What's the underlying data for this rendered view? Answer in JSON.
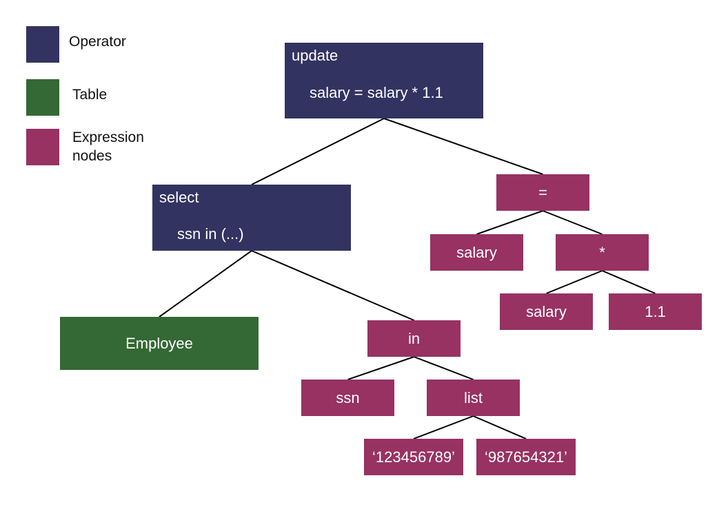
{
  "colors": {
    "operator": "#333362",
    "table": "#346834",
    "expression": "#973262",
    "edge": "#000000"
  },
  "legend": [
    {
      "label": "Operator",
      "color": "operator"
    },
    {
      "label": "Table",
      "color": "table"
    },
    {
      "label": "Expression\nnodes",
      "color": "expression"
    }
  ],
  "nodes": {
    "update": {
      "title": "update",
      "detail": "salary = salary * 1.1",
      "kind": "operator"
    },
    "select": {
      "title": "select",
      "detail": "ssn in (...)",
      "kind": "operator"
    },
    "employee": {
      "label": "Employee",
      "kind": "table"
    },
    "eq": {
      "label": "=",
      "kind": "expression"
    },
    "salary_lhs": {
      "label": "salary",
      "kind": "expression"
    },
    "mul": {
      "label": "*",
      "kind": "expression"
    },
    "salary_rhs": {
      "label": "salary",
      "kind": "expression"
    },
    "factor": {
      "label": "1.1",
      "kind": "expression"
    },
    "in_op": {
      "label": "in",
      "kind": "expression"
    },
    "ssn": {
      "label": "ssn",
      "kind": "expression"
    },
    "list": {
      "label": "list",
      "kind": "expression"
    },
    "val1": {
      "label": "‘123456789’",
      "kind": "expression"
    },
    "val2": {
      "label": "‘987654321’",
      "kind": "expression"
    }
  },
  "edges": [
    [
      "update",
      "select"
    ],
    [
      "update",
      "eq"
    ],
    [
      "select",
      "employee"
    ],
    [
      "select",
      "in_op"
    ],
    [
      "eq",
      "salary_lhs"
    ],
    [
      "eq",
      "mul"
    ],
    [
      "mul",
      "salary_rhs"
    ],
    [
      "mul",
      "factor"
    ],
    [
      "in_op",
      "ssn"
    ],
    [
      "in_op",
      "list"
    ],
    [
      "list",
      "val1"
    ],
    [
      "list",
      "val2"
    ]
  ]
}
